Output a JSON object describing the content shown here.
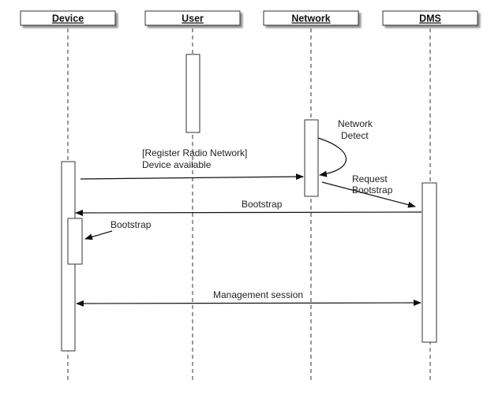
{
  "participants": {
    "device": "Device",
    "user": "User",
    "network": "Network",
    "dms": "DMS"
  },
  "messages": {
    "register_line1": "[Register Radio Network]",
    "register_line2": "Device available",
    "network_detect_line1": "Network",
    "network_detect_line2": "Detect",
    "request_bootstrap_line1": "Request",
    "request_bootstrap_line2": "Bootstrap",
    "bootstrap_response": "Bootstrap",
    "bootstrap_self": "Bootstrap",
    "management_session": "Management session"
  }
}
